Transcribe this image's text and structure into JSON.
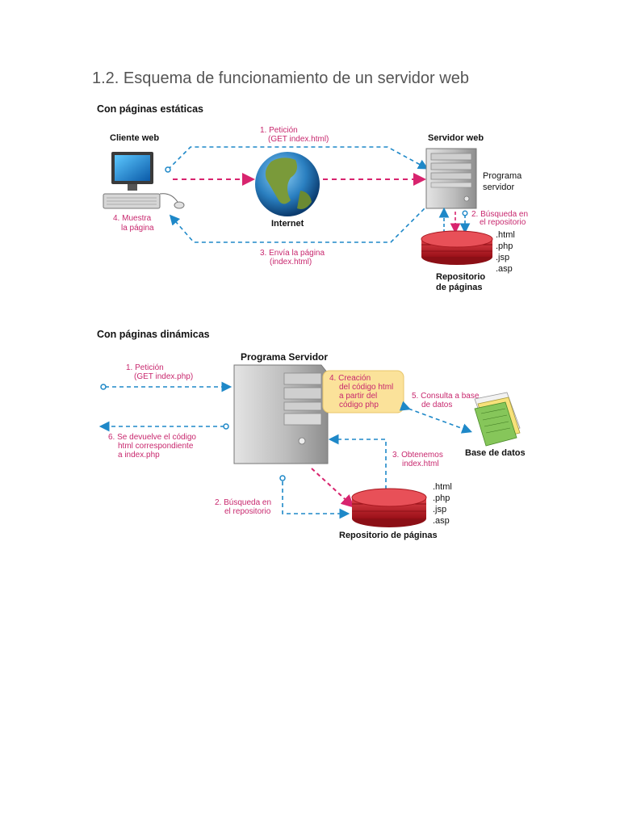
{
  "heading": "1.2. Esquema de funcionamiento de un servidor web",
  "static": {
    "title": "Con páginas estáticas",
    "client_label": "Cliente web",
    "server_label": "Servidor web",
    "internet_label": "Internet",
    "program_label": [
      "Programa",
      "servidor"
    ],
    "step1": [
      "1. Petición",
      "(GET index.html)"
    ],
    "step2": [
      "2. Búsqueda en",
      "el repositorio"
    ],
    "step3": [
      "3. Envía la página",
      "(index.html)"
    ],
    "step4": [
      "4. Muestra",
      "la página"
    ],
    "extensions": [
      ".html",
      ".php",
      ".jsp",
      ".asp"
    ],
    "repo_label": [
      "Repositorio",
      "de páginas"
    ]
  },
  "dynamic": {
    "title": "Con páginas dinámicas",
    "server_label": "Programa Servidor",
    "step1": [
      "1. Petición",
      "(GET index.php)"
    ],
    "step2": [
      "2. Búsqueda en",
      "el repositorio"
    ],
    "step3": [
      "3. Obtenemos",
      "index.html"
    ],
    "step4": [
      "4. Creación",
      "del código html",
      "a partir del",
      "código php"
    ],
    "step5": [
      "5. Consulta a base",
      "de datos"
    ],
    "step6": [
      "6. Se devuelve el código",
      "html correspondiente",
      "a index.php"
    ],
    "db_label": "Base de datos",
    "extensions": [
      ".html",
      ".php",
      ".jsp",
      ".asp"
    ],
    "repo_label": "Repositorio de páginas"
  },
  "colors": {
    "blue_arrow": "#1e88c8",
    "magenta_arrow": "#d8246e",
    "magenta_text": "#c8286e",
    "repo_red": "#c8202a",
    "note_fill": "#fbe29a"
  }
}
